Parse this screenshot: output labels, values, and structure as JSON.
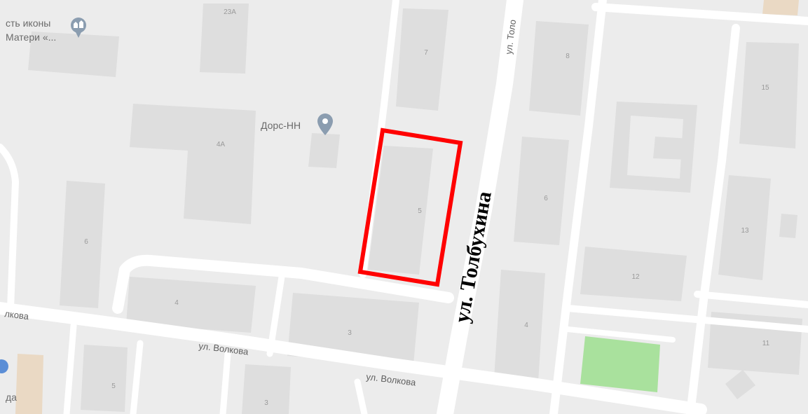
{
  "map": {
    "streets": {
      "tolbukhina_top": "ул. Толо",
      "tolbukhina_big": "ул. Толбухина",
      "volkova_left": "лкова",
      "volkova_mid": "ул. Волкова",
      "volkova_right": "ул. Волкова"
    },
    "pois": {
      "church_line1": "сть иконы",
      "church_line2": "Матери «...",
      "dors": "Дорс-НН",
      "shop_partial": "да"
    },
    "buildings": {
      "b23a": "23А",
      "b7": "7",
      "b8": "8",
      "b15": "15",
      "b4a": "4А",
      "b5_highlight": "5",
      "b6_right": "6",
      "b13": "13",
      "b6_left": "6",
      "b12": "12",
      "b4_left": "4",
      "b3_mid": "3",
      "b4_right": "4",
      "b11": "11",
      "b5_bottom": "5",
      "b3_bottom": "3"
    },
    "colors": {
      "background": "#ececec",
      "building": "#dedede",
      "road": "#ffffff",
      "park": "#a9e19d",
      "highlight": "#ff0000",
      "poi_marker": "#8b9db0"
    },
    "icons": {
      "church": "church-pin-icon",
      "dors": "map-pin-icon",
      "shop": "shop-pin-icon"
    }
  }
}
